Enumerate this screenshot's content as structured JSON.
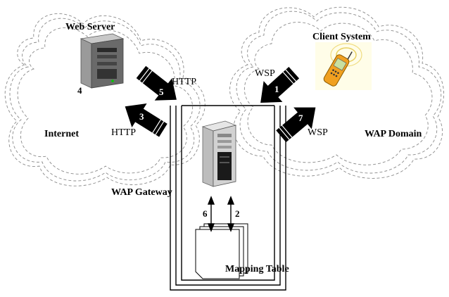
{
  "labels": {
    "web_server": "Web Server",
    "client_system": "Client System",
    "internet": "Internet",
    "wap_domain": "WAP Domain",
    "wap_gateway": "WAP Gateway",
    "mapping_table": "Mapping Table"
  },
  "protocols": {
    "http_top": "HTTP",
    "http_bottom": "HTTP",
    "wsp_top": "WSP",
    "wsp_bottom": "WSP"
  },
  "steps": {
    "s1": "1",
    "s2": "2",
    "s3": "3",
    "s4": "4",
    "s5": "5",
    "s6": "6",
    "s7": "7"
  },
  "colors": {
    "arrow": "#000000",
    "cloud_stroke": "#8a8a8a",
    "phone_body": "#f0a020",
    "server_body": "#d8d8d8"
  }
}
